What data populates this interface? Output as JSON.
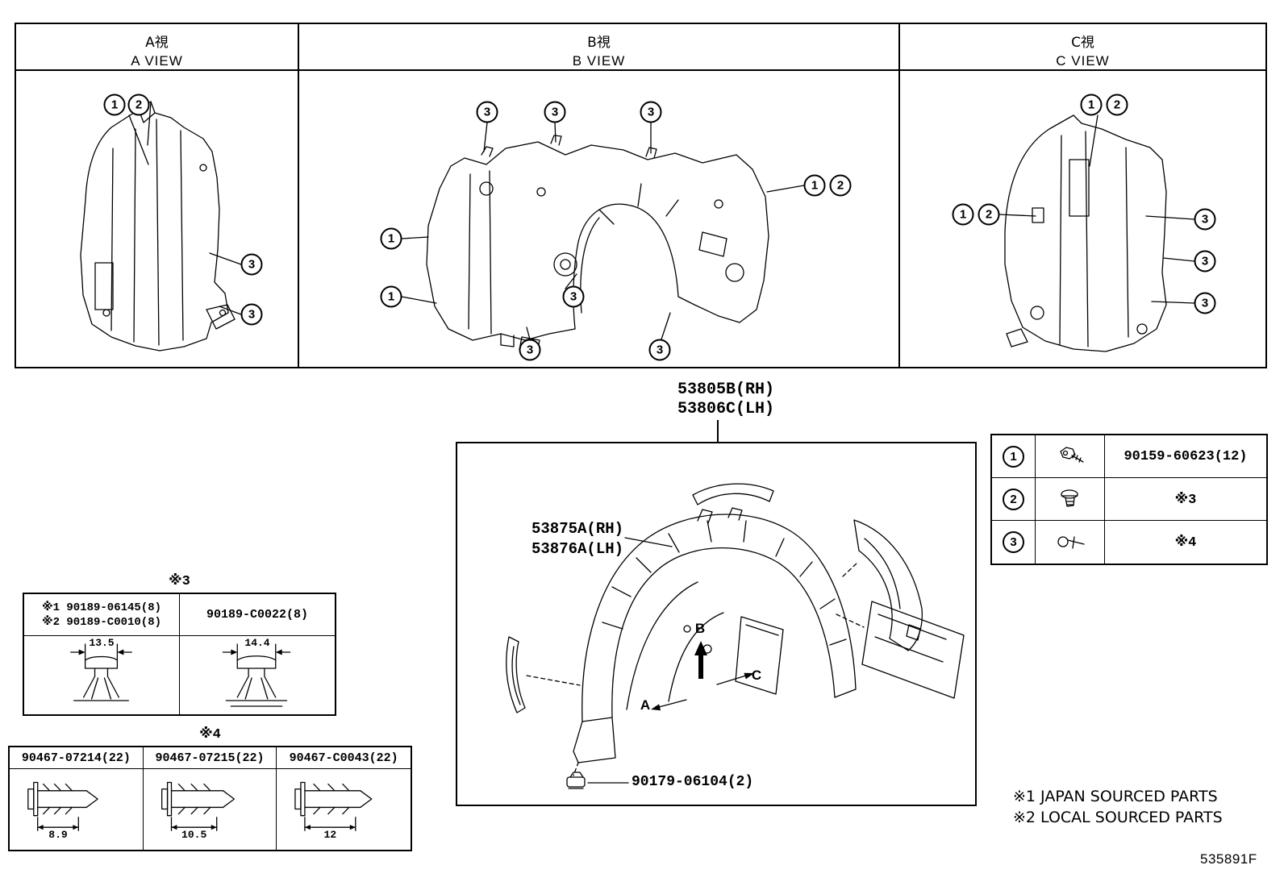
{
  "views": {
    "a": {
      "title_jp": "A視",
      "title_en": "A VIEW",
      "callouts": [
        "1",
        "2",
        "3",
        "3"
      ]
    },
    "b": {
      "title_jp": "B視",
      "title_en": "B VIEW",
      "callouts": [
        "3",
        "3",
        "3",
        "1",
        "2",
        "1",
        "1",
        "3",
        "3",
        "3"
      ]
    },
    "c": {
      "title_jp": "C視",
      "title_en": "C VIEW",
      "callouts": [
        "1",
        "2",
        "1",
        "2",
        "3",
        "3",
        "3"
      ]
    }
  },
  "main_diagram": {
    "part_label_rh": "53805B(RH)",
    "part_label_lh": "53806C(LH)",
    "sub_part_rh": "53875A(RH)",
    "sub_part_lh": "53876A(LH)",
    "clip_part": "90179-06104(2)",
    "direction_a": "A",
    "direction_b": "B",
    "direction_c": "C"
  },
  "fastener_table": {
    "rows": [
      {
        "num": "1",
        "icon": "screw-icon",
        "part": "90159-60623(12)"
      },
      {
        "num": "2",
        "icon": "grommet-icon",
        "part": "※3"
      },
      {
        "num": "3",
        "icon": "clip-icon",
        "part": "※4"
      }
    ]
  },
  "note3": {
    "title": "※3",
    "col1_line1": "※1 90189-06145(8)",
    "col1_line2": "※2 90189-C0010(8)",
    "col1_dim": "13.5",
    "col2_header": "90189-C0022(8)",
    "col2_dim": "14.4"
  },
  "note4": {
    "title": "※4",
    "cols": [
      {
        "part": "90467-07214(22)",
        "dim": "8.9"
      },
      {
        "part": "90467-07215(22)",
        "dim": "10.5"
      },
      {
        "part": "90467-C0043(22)",
        "dim": "12"
      }
    ]
  },
  "footnotes": {
    "line1": "※1 JAPAN SOURCED PARTS",
    "line2": "※2 LOCAL SOURCED PARTS"
  },
  "doc_id": "535891F"
}
